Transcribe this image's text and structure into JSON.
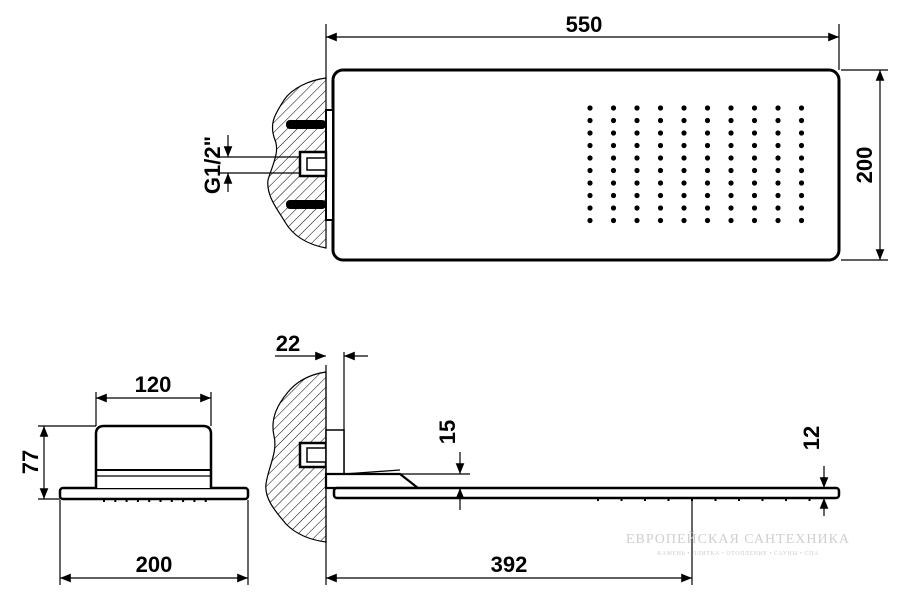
{
  "dimensions": {
    "top_width": "550",
    "top_height": "200",
    "thread": "G1/2\"",
    "side_width": "120",
    "side_height": "77",
    "side_base": "200",
    "wall_offset": "22",
    "arm_height": "15",
    "head_height": "12",
    "projection": "392"
  },
  "watermark": {
    "title": "ЕВРОПЕЙСКАЯ САНТЕХНИКА",
    "subtitle": "КАМЕНЬ • ПЛИТКА • ОТОПЛЕНИЕ • САУНЫ • СПА"
  }
}
